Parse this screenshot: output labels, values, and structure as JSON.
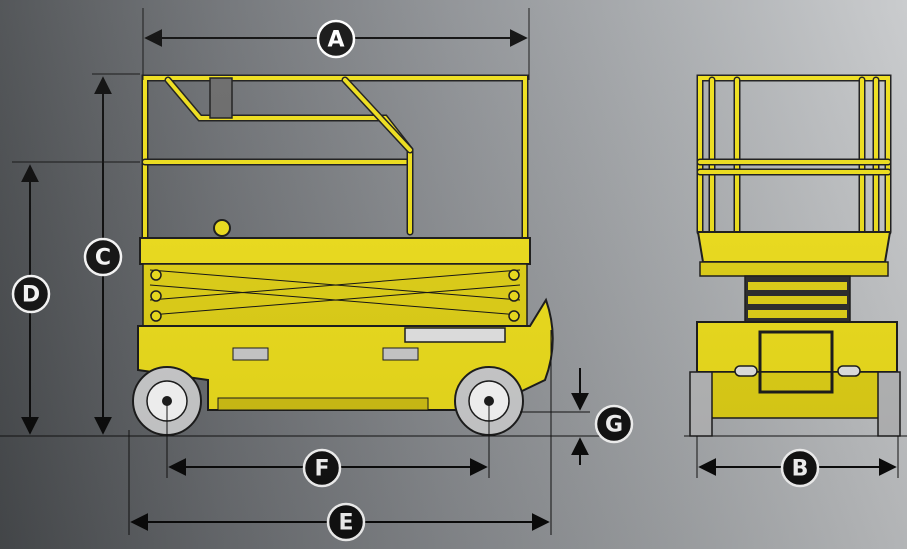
{
  "labels": {
    "A": "A",
    "B": "B",
    "C": "C",
    "D": "D",
    "E": "E",
    "F": "F",
    "G": "G"
  },
  "colors": {
    "machine": "#f2e21a",
    "outline": "#1a1a1a",
    "background_dark": "#4a4d50",
    "background_light": "#c7c9cb",
    "badge": "#111111"
  }
}
